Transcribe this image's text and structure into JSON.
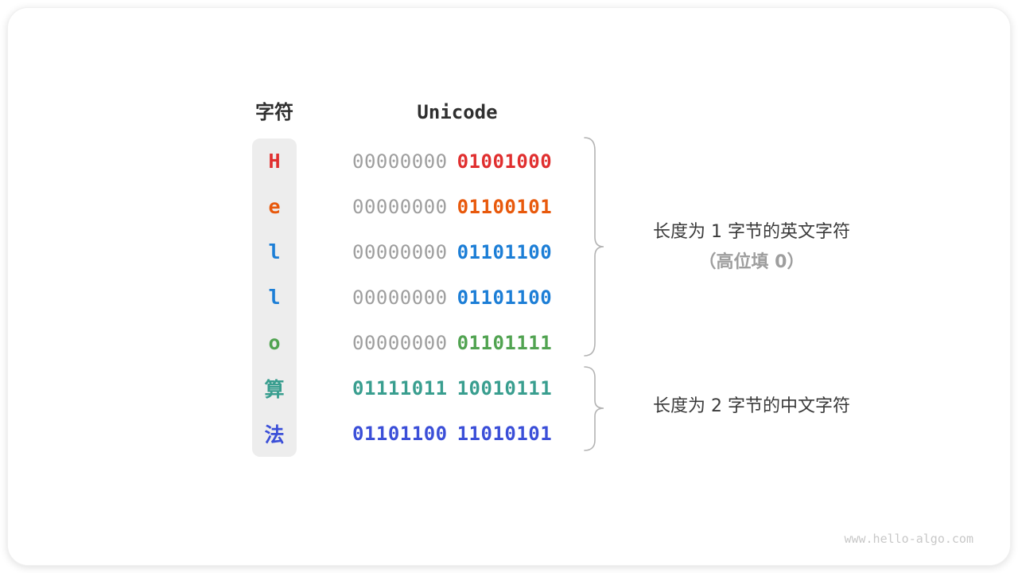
{
  "header": {
    "char_col": "字符",
    "unicode_col": "Unicode"
  },
  "table": {
    "rows": [
      {
        "char": "H",
        "byte1": "00000000",
        "byte2": "01001000",
        "color": "#e02f2f",
        "byte1_color": "#9e9e9e",
        "byte2_color": "#e02f2f"
      },
      {
        "char": "e",
        "byte1": "00000000",
        "byte2": "01100101",
        "color": "#e8590c",
        "byte1_color": "#9e9e9e",
        "byte2_color": "#e8590c"
      },
      {
        "char": "l",
        "byte1": "00000000",
        "byte2": "01101100",
        "color": "#1c7ed6",
        "byte1_color": "#9e9e9e",
        "byte2_color": "#1c7ed6"
      },
      {
        "char": "l",
        "byte1": "00000000",
        "byte2": "01101100",
        "color": "#1c7ed6",
        "byte1_color": "#9e9e9e",
        "byte2_color": "#1c7ed6"
      },
      {
        "char": "o",
        "byte1": "00000000",
        "byte2": "01101111",
        "color": "#51a351",
        "byte1_color": "#9e9e9e",
        "byte2_color": "#51a351"
      },
      {
        "char": "算",
        "byte1": "01111011",
        "byte2": "10010111",
        "color": "#399e8f",
        "byte1_color": "#399e8f",
        "byte2_color": "#399e8f"
      },
      {
        "char": "法",
        "byte1": "01101100",
        "byte2": "11010101",
        "color": "#3b4fd8",
        "byte1_color": "#3b4fd8",
        "byte2_color": "#3b4fd8"
      }
    ],
    "gray_byte_color": "#9e9e9e",
    "column_bg": "#ededed"
  },
  "annotations": {
    "group1_line1": "长度为 1 字节的英文字符",
    "group1_line2": "（高位填 0）",
    "group2_line1": "长度为 2 字节的中文字符"
  },
  "footer": {
    "watermark": "www.hello-algo.com"
  }
}
